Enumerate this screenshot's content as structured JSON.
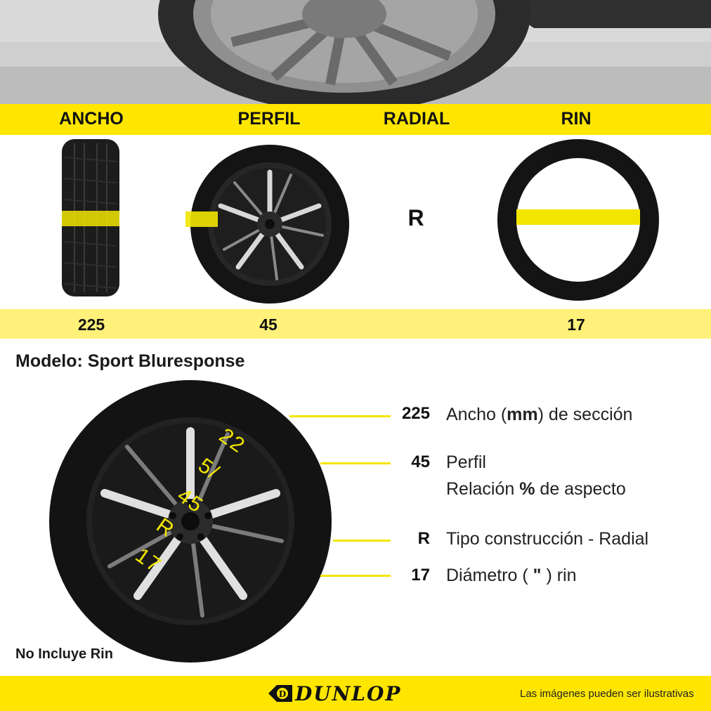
{
  "header": {
    "columns": [
      "ANCHO",
      "PERFIL",
      "RADIAL",
      "RIN"
    ]
  },
  "values": {
    "ancho": "225",
    "perfil": "45",
    "radial": "R",
    "rin": "17"
  },
  "model": {
    "label": "Modelo:",
    "name": "Sport Bluresponse"
  },
  "sidewall_text": "225/45 R17",
  "legend": [
    {
      "code": "225",
      "line1_pre": "Ancho (",
      "line1_bold": "mm",
      "line1_post": ") de sección"
    },
    {
      "code": "45",
      "line1": "Perfil",
      "line2_pre": "Relación ",
      "line2_bold": "%",
      "line2_post": " de aspecto"
    },
    {
      "code": "R",
      "line1": "Tipo construcción - Radial"
    },
    {
      "code": "17",
      "line1_pre": "Diámetro ( ",
      "line1_bold": "\"",
      "line1_post": " ) rin"
    }
  ],
  "note": "No Incluye Rin",
  "footer": {
    "brand": "DUNLOP",
    "disclaimer": "Las imágenes pueden ser ilustrativas"
  },
  "colors": {
    "yellow": "#ffe600",
    "pale_yellow": "#fff17a",
    "tire": "#141414"
  }
}
